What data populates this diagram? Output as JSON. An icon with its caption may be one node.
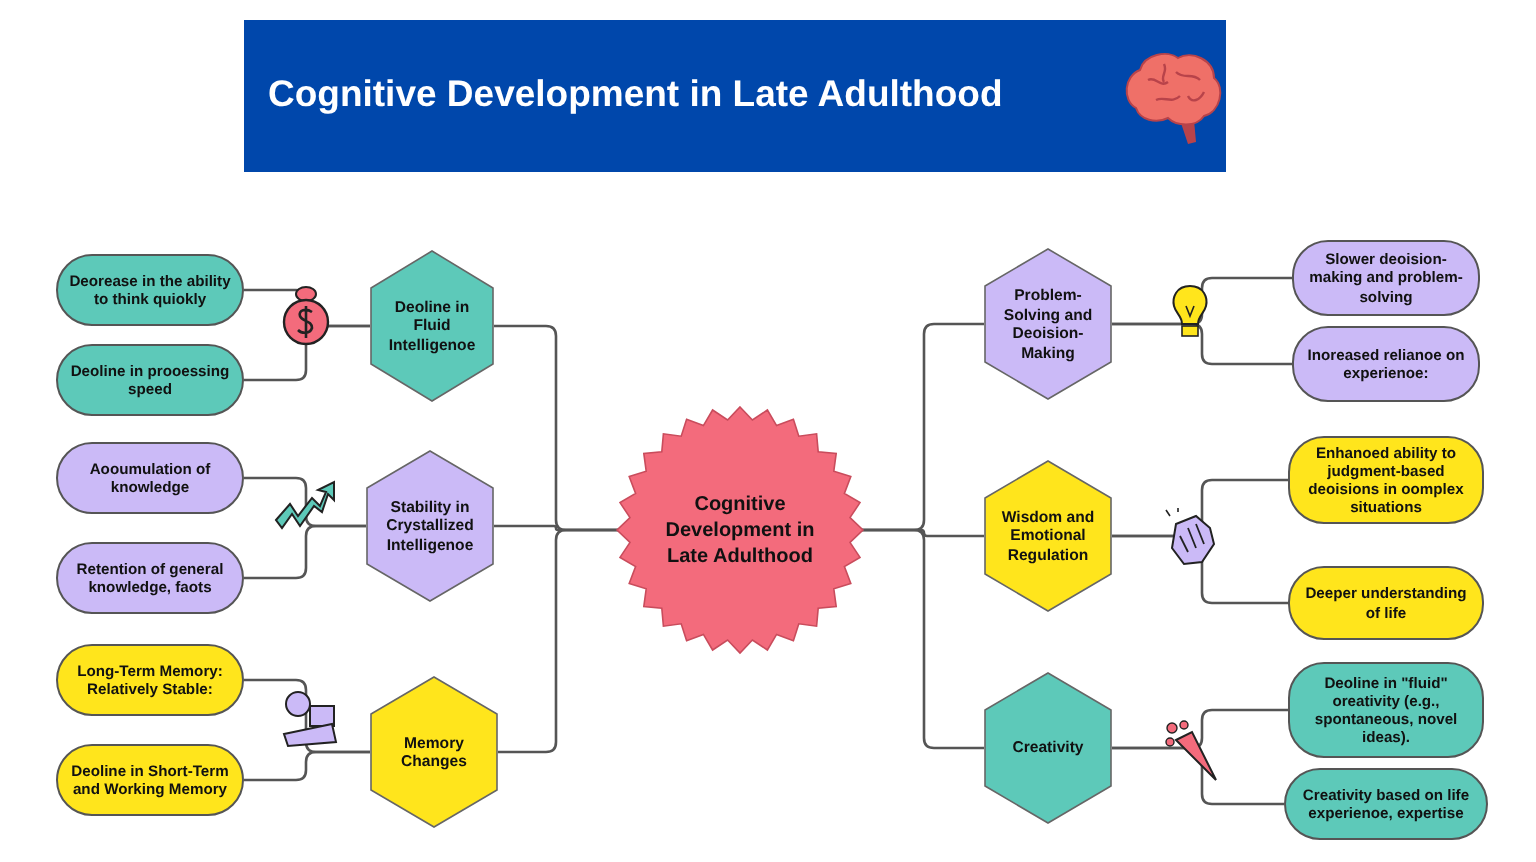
{
  "diagram": {
    "title": "Cognitive Development in Late Adulthood",
    "nodes": [
      {
        "text": [
          "Deoline in Fluid Intelligenoe"
        ]
      },
      {
        "text": [
          "Deorease in the ability to think quiokly"
        ]
      },
      {
        "text": [
          "Deoline in prooessing speed"
        ]
      },
      {
        "text": [
          "Stability in Crystallized Intelligenoe"
        ]
      },
      {
        "text": [
          "Aooumulation of knowledge"
        ]
      },
      {
        "text": [
          "Retention of general knowledge, faots"
        ]
      },
      {
        "text": [
          "Memory Changes"
        ]
      },
      {
        "text": [
          "Long-Term Memory: Relatively Stable:"
        ]
      },
      {
        "text": [
          "Deoline in Short-Term and Working Memory"
        ]
      },
      {
        "text": [
          "Cognitive Development in Late Adulthood"
        ]
      },
      {
        "text": [
          "Problem-Solving and Deoision-Making"
        ]
      },
      {
        "text": [
          "Slower deoision-making and problem-solving"
        ]
      },
      {
        "text": [
          "Inoreased relianoe on experienoe:"
        ]
      },
      {
        "text": [
          "Wisdom and Emotional Regulation"
        ]
      },
      {
        "text": [
          "Enhanoed ability to judgment-based deoisions in oomplex situations"
        ]
      },
      {
        "text": [
          "Deeper understanding of life"
        ]
      },
      {
        "text": [
          "Creativity"
        ]
      },
      {
        "text": [
          "Deoline in \"fluid\" oreativity (e.g., spontaneous, novel ideas)."
        ]
      },
      {
        "text": [
          "Creativity based on life experienoe, expertise"
        ]
      }
    ],
    "edges": [
      {
        "from": 9,
        "to": 0,
        "arrow": "none"
      },
      {
        "from": 9,
        "to": 3,
        "arrow": "none"
      },
      {
        "from": 9,
        "to": 6,
        "arrow": "none"
      },
      {
        "from": 9,
        "to": 10,
        "arrow": "none"
      },
      {
        "from": 9,
        "to": 13,
        "arrow": "none"
      },
      {
        "from": 9,
        "to": 16,
        "arrow": "none"
      },
      {
        "from": 0,
        "to": 1,
        "arrow": "none"
      },
      {
        "from": 0,
        "to": 2,
        "arrow": "none"
      },
      {
        "from": 3,
        "to": 4,
        "arrow": "none"
      },
      {
        "from": 3,
        "to": 5,
        "arrow": "none"
      },
      {
        "from": 6,
        "to": 7,
        "arrow": "none"
      },
      {
        "from": 6,
        "to": 8,
        "arrow": "none"
      },
      {
        "from": 10,
        "to": 11,
        "arrow": "none"
      },
      {
        "from": 10,
        "to": 12,
        "arrow": "none"
      },
      {
        "from": 13,
        "to": 14,
        "arrow": "none"
      },
      {
        "from": 13,
        "to": 15,
        "arrow": "none"
      },
      {
        "from": 16,
        "to": 17,
        "arrow": "none"
      },
      {
        "from": 16,
        "to": 18,
        "arrow": "none"
      }
    ]
  }
}
